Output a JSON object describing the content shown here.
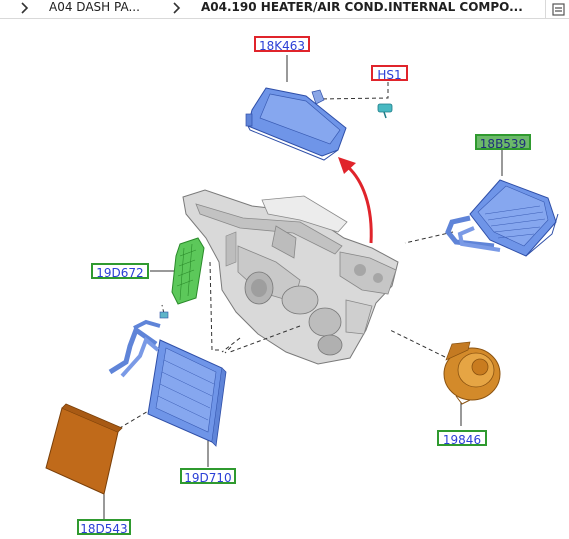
{
  "breadcrumb": {
    "items": [
      {
        "label": "A04 DASH PA..."
      },
      {
        "label": "A04.190 HEATER/AIR COND.INTERNAL COMPO..."
      }
    ]
  },
  "callouts": {
    "part_18K463": "18K463",
    "part_HS1": "HS1",
    "part_18B539": "18B539",
    "part_19D672": "19D672",
    "part_19846": "19846",
    "part_19D710": "19D710",
    "part_18D543": "18D543"
  },
  "colors": {
    "callout_text": "#2b3fd6",
    "callout_border_red": "#e0242b",
    "callout_border_green": "#2f9a2f",
    "highlight_blue": "#6f95e8",
    "highlight_green": "#5cc85a",
    "highlight_orange": "#d38a2a",
    "filter_brown": "#c06a1a"
  },
  "icons": [
    "chevron-right-icon",
    "chevron-right-icon",
    "menu-icon"
  ]
}
